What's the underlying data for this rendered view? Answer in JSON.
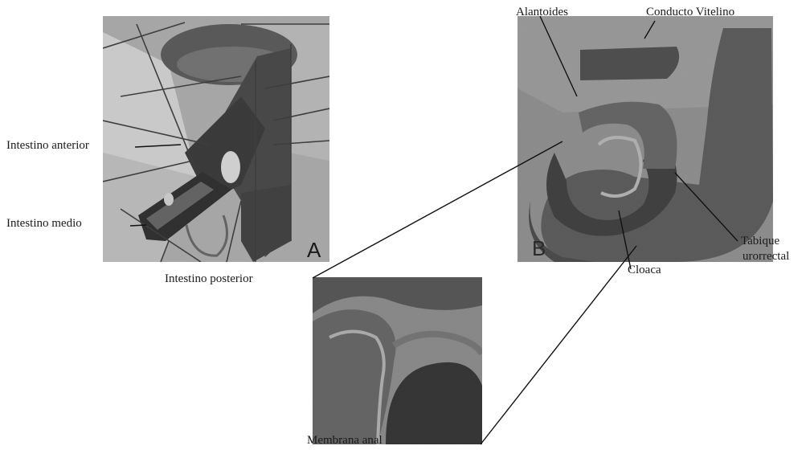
{
  "panels": {
    "a": {
      "letter": "A"
    },
    "b": {
      "letter": "B"
    }
  },
  "labels": {
    "intestino_anterior": "Intestino anterior",
    "intestino_medio": "Intestino medio",
    "intestino_posterior": "Intestino posterior",
    "alantoides": "Alantoides",
    "conducto_vitelino": "Conducto Vitelino",
    "tabique_line1": "Tabique",
    "tabique_line2": "urorrectal",
    "cloaca": "Cloaca",
    "membrana_anal": "Membrana anal"
  }
}
